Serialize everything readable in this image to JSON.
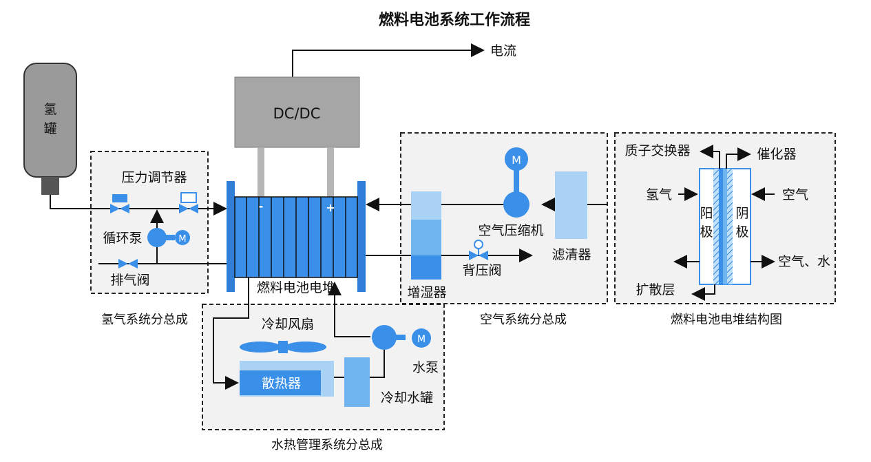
{
  "title": "燃料电池系统工作流程",
  "labels": {
    "current": "电流",
    "dcdc": "DC/DC",
    "h2_tank_line1": "氢",
    "h2_tank_line2": "罐",
    "pressure_regulator": "压力调节器",
    "circulation_pump": "循环泵",
    "exhaust_valve": "排气阀",
    "stack": "燃料电池电堆",
    "minus": "-",
    "plus": "+",
    "humidifier": "增湿器",
    "back_pressure_valve": "背压阀",
    "air_compressor": "空气压缩机",
    "filter": "滤清器",
    "motor": "M",
    "cooling_fan": "冷却风扇",
    "radiator": "散热器",
    "coolant_tank": "冷却水罐",
    "water_pump": "水泵",
    "pem": "质子交换器",
    "catalyst": "催化器",
    "hydrogen": "氢气",
    "air": "空气",
    "anode_1": "阳",
    "anode_2": "极",
    "cathode_1": "阴",
    "cathode_2": "极",
    "air_water": "空气、水",
    "diffusion_layer": "扩散层"
  },
  "sections": {
    "hydrogen_system": "氢气系统分总成",
    "air_system": "空气系统分总成",
    "thermal_system": "水热管理系统分总成",
    "stack_structure": "燃料电池电堆结构图"
  }
}
